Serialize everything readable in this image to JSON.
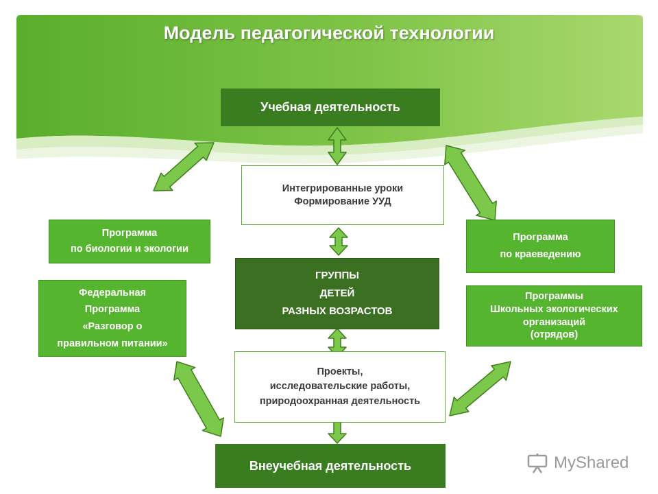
{
  "title": "Модель педагогической технологии",
  "top": {
    "label": "Учебная деятельность"
  },
  "bottom": {
    "label": "Внеучебная деятельность"
  },
  "integrated": {
    "line1": "Интегрированные уроки",
    "line2": "Формирование УУД"
  },
  "center": {
    "line1": "ГРУППЫ",
    "line2": "ДЕТЕЙ",
    "line3": "РАЗНЫХ ВОЗРАСТОВ"
  },
  "projects": {
    "line1": "Проекты,",
    "line2": "исследовательские работы,",
    "line3": "природоохранная деятельность"
  },
  "left_program": {
    "line1": "Программа",
    "line2": "по биологии и экологии"
  },
  "left_federal": {
    "line1": "Федеральная",
    "line2": "Программа",
    "line3": "«Разговор о",
    "line4": "правильном питании»"
  },
  "right_program": {
    "line1": "Программа",
    "line2": "по краеведению"
  },
  "right_orgs": {
    "line1": "Программы",
    "line2": "Школьных экологических",
    "line3": "организаций",
    "line4": "(отрядов)"
  },
  "watermark": {
    "text": "MyShared",
    "icon": "projector-icon"
  },
  "colors": {
    "header": "#6cbd3f",
    "dark_green": "#3a7d20",
    "box_green": "#55b52e",
    "arrow_fill": "#7cc84a",
    "arrow_stroke": "#3d7d1f"
  }
}
